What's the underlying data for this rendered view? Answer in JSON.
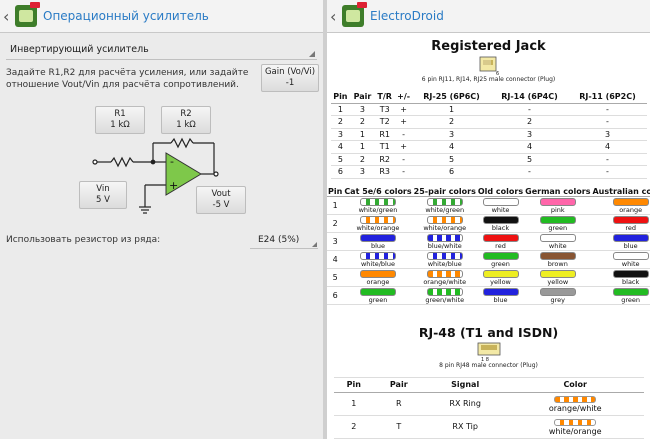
{
  "left": {
    "title": "Операционный усилитель",
    "mode": "Инвертирующий усилитель",
    "hint": "Задайте R1,R2 для расчёта усиления, или задайте отношение Vout/Vin для расчёта сопротивлений.",
    "gain": {
      "label": "Gain (Vo/Vi)",
      "value": "-1"
    },
    "r1": {
      "label": "R1",
      "value": "1 kΩ"
    },
    "r2": {
      "label": "R2",
      "value": "1 kΩ"
    },
    "vin": {
      "label": "Vin",
      "value": "5 V"
    },
    "vout": {
      "label": "Vout",
      "value": "-5 V"
    },
    "series_label": "Использовать резистор из ряда:",
    "series_value": "E24 (5%)"
  },
  "right": {
    "title": "ElectroDroid",
    "rj_title": "Registered Jack",
    "rj_pin_mark": "6",
    "rj_caption": "6 pin RJ11, RJ14, RJ25 male connector (Plug)",
    "pin_table": {
      "headers": [
        "Pin",
        "Pair",
        "T/R",
        "+/-",
        "RJ-25 (6P6C)",
        "RJ-14 (6P4C)",
        "RJ-11 (6P2C)"
      ],
      "rows": [
        [
          "1",
          "3",
          "T3",
          "+",
          "1",
          "-",
          "-"
        ],
        [
          "2",
          "2",
          "T2",
          "+",
          "2",
          "2",
          "-"
        ],
        [
          "3",
          "1",
          "R1",
          "-",
          "3",
          "3",
          "3"
        ],
        [
          "4",
          "1",
          "T1",
          "+",
          "4",
          "4",
          "4"
        ],
        [
          "5",
          "2",
          "R2",
          "-",
          "5",
          "5",
          "-"
        ],
        [
          "6",
          "3",
          "R3",
          "-",
          "6",
          "-",
          "-"
        ]
      ]
    },
    "color_table": {
      "headers": [
        "Pin",
        "Cat 5e/6 colors",
        "25-pair colors",
        "Old colors",
        "German colors",
        "Australian colors"
      ],
      "rows": [
        {
          "pin": "1",
          "cells": [
            {
              "t": "white/green",
              "c": "#fff",
              "s": "#3a3"
            },
            {
              "t": "white/green",
              "c": "#fff",
              "s": "#3a3"
            },
            {
              "t": "white",
              "c": "#fff",
              "s": "#fff"
            },
            {
              "t": "pink",
              "c": "#f6a",
              "s": "#f6a"
            },
            {
              "t": "orange",
              "c": "#f80",
              "s": "#f80"
            }
          ]
        },
        {
          "pin": "2",
          "cells": [
            {
              "t": "white/orange",
              "c": "#fff",
              "s": "#f80"
            },
            {
              "t": "white/orange",
              "c": "#fff",
              "s": "#f80"
            },
            {
              "t": "black",
              "c": "#111",
              "s": "#111"
            },
            {
              "t": "green",
              "c": "#2b2",
              "s": "#2b2"
            },
            {
              "t": "red",
              "c": "#e11",
              "s": "#e11"
            }
          ]
        },
        {
          "pin": "3",
          "cells": [
            {
              "t": "blue",
              "c": "#22d",
              "s": "#22d"
            },
            {
              "t": "blue/white",
              "c": "#22d",
              "s": "#fff"
            },
            {
              "t": "red",
              "c": "#e11",
              "s": "#e11"
            },
            {
              "t": "white",
              "c": "#fff",
              "s": "#fff"
            },
            {
              "t": "blue",
              "c": "#22d",
              "s": "#22d"
            }
          ]
        },
        {
          "pin": "4",
          "cells": [
            {
              "t": "white/blue",
              "c": "#fff",
              "s": "#22d"
            },
            {
              "t": "white/blue",
              "c": "#fff",
              "s": "#22d"
            },
            {
              "t": "green",
              "c": "#2b2",
              "s": "#2b2"
            },
            {
              "t": "brown",
              "c": "#853",
              "s": "#853"
            },
            {
              "t": "white",
              "c": "#fff",
              "s": "#fff"
            }
          ]
        },
        {
          "pin": "5",
          "cells": [
            {
              "t": "orange",
              "c": "#f80",
              "s": "#f80"
            },
            {
              "t": "orange/white",
              "c": "#f80",
              "s": "#fff"
            },
            {
              "t": "yellow",
              "c": "#ee2",
              "s": "#ee2"
            },
            {
              "t": "yellow",
              "c": "#ee2",
              "s": "#ee2"
            },
            {
              "t": "black",
              "c": "#111",
              "s": "#111"
            }
          ]
        },
        {
          "pin": "6",
          "cells": [
            {
              "t": "green",
              "c": "#2b2",
              "s": "#2b2"
            },
            {
              "t": "green/white",
              "c": "#2b2",
              "s": "#fff"
            },
            {
              "t": "blue",
              "c": "#22d",
              "s": "#22d"
            },
            {
              "t": "grey",
              "c": "#999",
              "s": "#999"
            },
            {
              "t": "green",
              "c": "#2b2",
              "s": "#2b2"
            }
          ]
        }
      ]
    },
    "rj48_title": "RJ-48 (T1 and ISDN)",
    "rj48_pin_marks": "1   8",
    "rj48_caption": "8 pin RJ48 male connector (Plug)",
    "rj48_table": {
      "headers": [
        "Pin",
        "Pair",
        "Signal",
        "Color"
      ],
      "rows": [
        {
          "pin": "1",
          "pair": "R",
          "signal": "RX Ring",
          "color": "orange/white",
          "c": "#f80",
          "s": "#fff"
        },
        {
          "pin": "2",
          "pair": "T",
          "signal": "RX Tip",
          "color": "white/orange",
          "c": "#fff",
          "s": "#f80"
        }
      ]
    },
    "colors": {
      "title": "#2a7bc5",
      "opamp": "#7ec84a"
    }
  }
}
